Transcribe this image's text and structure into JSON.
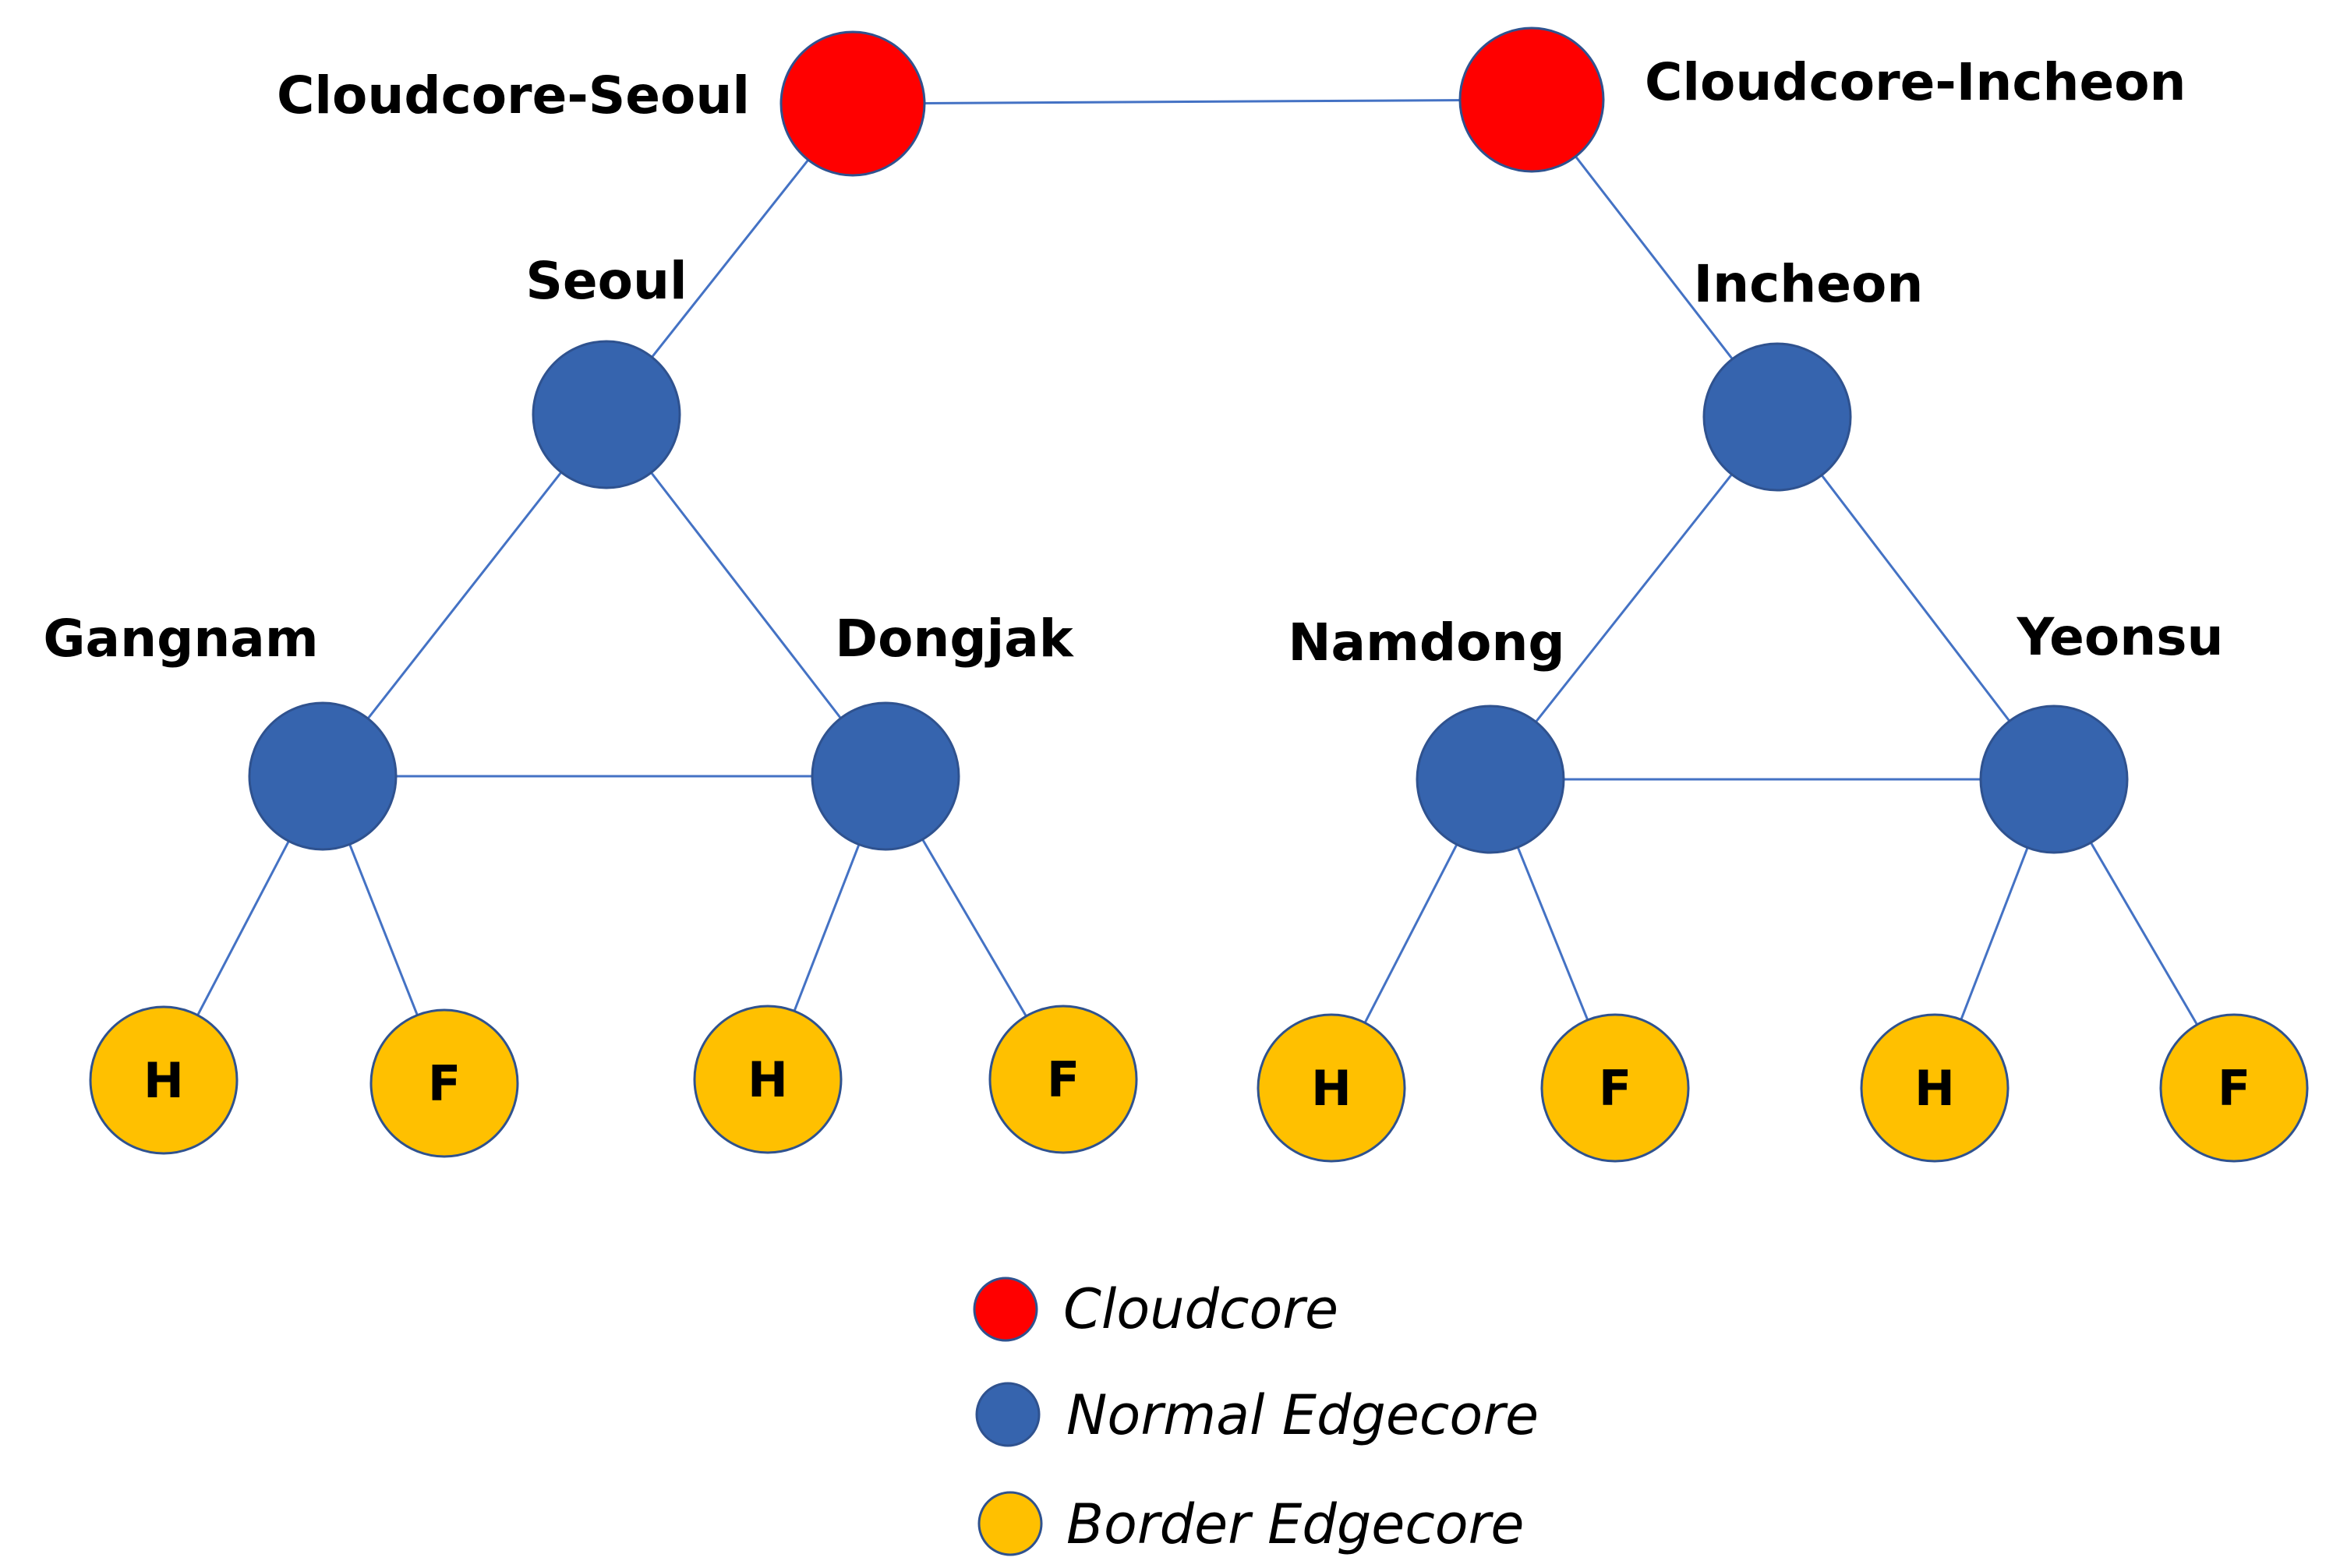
{
  "colors": {
    "cloudcore": "#ff0000",
    "cloudcore_stroke": "#2f528f",
    "normal_edgecore": "#3664ae",
    "normal_edgecore_stroke": "#2f528f",
    "border_edgecore": "#ffc000",
    "border_edgecore_stroke": "#2f528f",
    "edge": "#4472c4"
  },
  "nodes": {
    "cloudcore_seoul": {
      "label": "Cloudcore-Seoul",
      "type": "cloudcore"
    },
    "cloudcore_incheon": {
      "label": "Cloudcore-Incheon",
      "type": "cloudcore"
    },
    "seoul": {
      "label": "Seoul",
      "type": "normal_edgecore"
    },
    "incheon": {
      "label": "Incheon",
      "type": "normal_edgecore"
    },
    "gangnam": {
      "label": "Gangnam",
      "type": "normal_edgecore"
    },
    "dongjak": {
      "label": "Dongjak",
      "type": "normal_edgecore"
    },
    "namdong": {
      "label": "Namdong",
      "type": "normal_edgecore"
    },
    "yeonsu": {
      "label": "Yeonsu",
      "type": "normal_edgecore"
    },
    "gangnam_h": {
      "label": "H",
      "type": "border_edgecore"
    },
    "gangnam_f": {
      "label": "F",
      "type": "border_edgecore"
    },
    "dongjak_h": {
      "label": "H",
      "type": "border_edgecore"
    },
    "dongjak_f": {
      "label": "F",
      "type": "border_edgecore"
    },
    "namdong_h": {
      "label": "H",
      "type": "border_edgecore"
    },
    "namdong_f": {
      "label": "F",
      "type": "border_edgecore"
    },
    "yeonsu_h": {
      "label": "H",
      "type": "border_edgecore"
    },
    "yeonsu_f": {
      "label": "F",
      "type": "border_edgecore"
    }
  },
  "edges": [
    [
      "cloudcore_seoul",
      "cloudcore_incheon"
    ],
    [
      "cloudcore_seoul",
      "seoul"
    ],
    [
      "cloudcore_incheon",
      "incheon"
    ],
    [
      "seoul",
      "gangnam"
    ],
    [
      "seoul",
      "dongjak"
    ],
    [
      "gangnam",
      "dongjak"
    ],
    [
      "incheon",
      "namdong"
    ],
    [
      "incheon",
      "yeonsu"
    ],
    [
      "namdong",
      "yeonsu"
    ],
    [
      "gangnam",
      "gangnam_h"
    ],
    [
      "gangnam",
      "gangnam_f"
    ],
    [
      "dongjak",
      "dongjak_h"
    ],
    [
      "dongjak",
      "dongjak_f"
    ],
    [
      "namdong",
      "namdong_h"
    ],
    [
      "namdong",
      "namdong_f"
    ],
    [
      "yeonsu",
      "yeonsu_h"
    ],
    [
      "yeonsu",
      "yeonsu_f"
    ]
  ],
  "legend": {
    "cloudcore": "Cloudcore",
    "normal_edgecore": "Normal Edgecore",
    "border_edgecore": "Border Edgecore"
  }
}
